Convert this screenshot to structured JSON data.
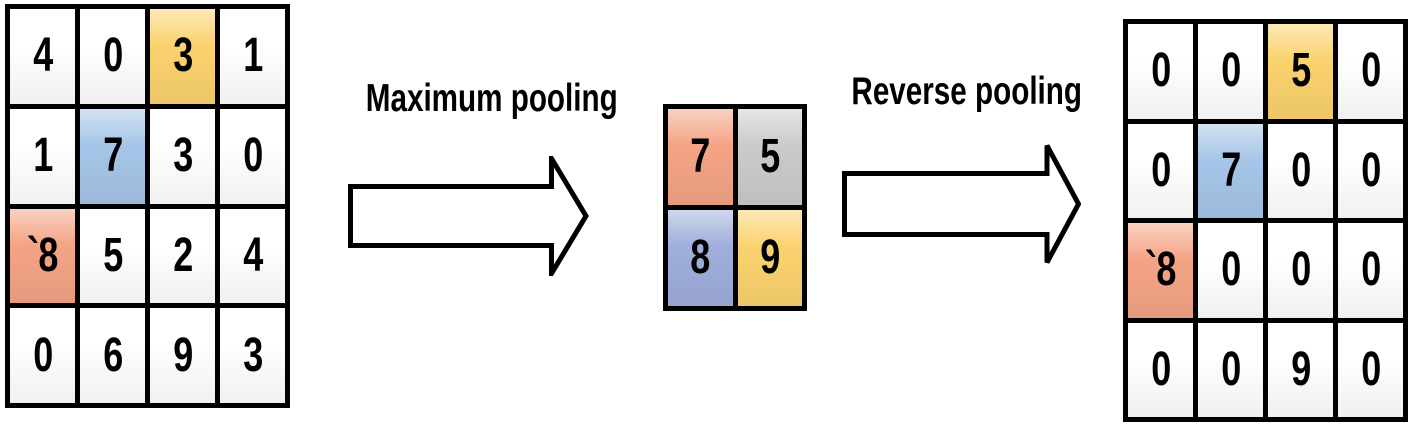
{
  "colors": {
    "white": "#FFFFFF",
    "yellow": "#FBD26E",
    "blue": "#A6C5E8",
    "salmon": "#F4A485",
    "gray": "#CBCBCB",
    "periwinkle": "#9FAEDB",
    "border": "#000000",
    "text": "#000000"
  },
  "labels": {
    "max_pooling": "Maximum pooling",
    "reverse_pooling": "Reverse pooling"
  },
  "grids": {
    "input": {
      "rows": 4,
      "cols": 4,
      "cells": [
        {
          "v": "4",
          "color": "white"
        },
        {
          "v": "0",
          "color": "white"
        },
        {
          "v": "3",
          "color": "yellow"
        },
        {
          "v": "1",
          "color": "white"
        },
        {
          "v": "1",
          "color": "white"
        },
        {
          "v": "7",
          "color": "blue"
        },
        {
          "v": "3",
          "color": "white"
        },
        {
          "v": "0",
          "color": "white"
        },
        {
          "v": "`8",
          "color": "salmon"
        },
        {
          "v": "5",
          "color": "white"
        },
        {
          "v": "2",
          "color": "white"
        },
        {
          "v": "4",
          "color": "white"
        },
        {
          "v": "0",
          "color": "white"
        },
        {
          "v": "6",
          "color": "white"
        },
        {
          "v": "9",
          "color": "white"
        },
        {
          "v": "3",
          "color": "white"
        }
      ]
    },
    "pooled": {
      "rows": 2,
      "cols": 2,
      "cells": [
        {
          "v": "7",
          "color": "salmon"
        },
        {
          "v": "5",
          "color": "gray"
        },
        {
          "v": "8",
          "color": "periwinkle"
        },
        {
          "v": "9",
          "color": "yellow"
        }
      ]
    },
    "output": {
      "rows": 4,
      "cols": 4,
      "cells": [
        {
          "v": "0",
          "color": "white"
        },
        {
          "v": "0",
          "color": "white"
        },
        {
          "v": "5",
          "color": "yellow"
        },
        {
          "v": "0",
          "color": "white"
        },
        {
          "v": "0",
          "color": "white"
        },
        {
          "v": "7",
          "color": "blue"
        },
        {
          "v": "0",
          "color": "white"
        },
        {
          "v": "0",
          "color": "white"
        },
        {
          "v": "`8",
          "color": "salmon"
        },
        {
          "v": "0",
          "color": "white"
        },
        {
          "v": "0",
          "color": "white"
        },
        {
          "v": "0",
          "color": "white"
        },
        {
          "v": "0",
          "color": "white"
        },
        {
          "v": "0",
          "color": "white"
        },
        {
          "v": "9",
          "color": "white"
        },
        {
          "v": "0",
          "color": "white"
        }
      ]
    }
  }
}
